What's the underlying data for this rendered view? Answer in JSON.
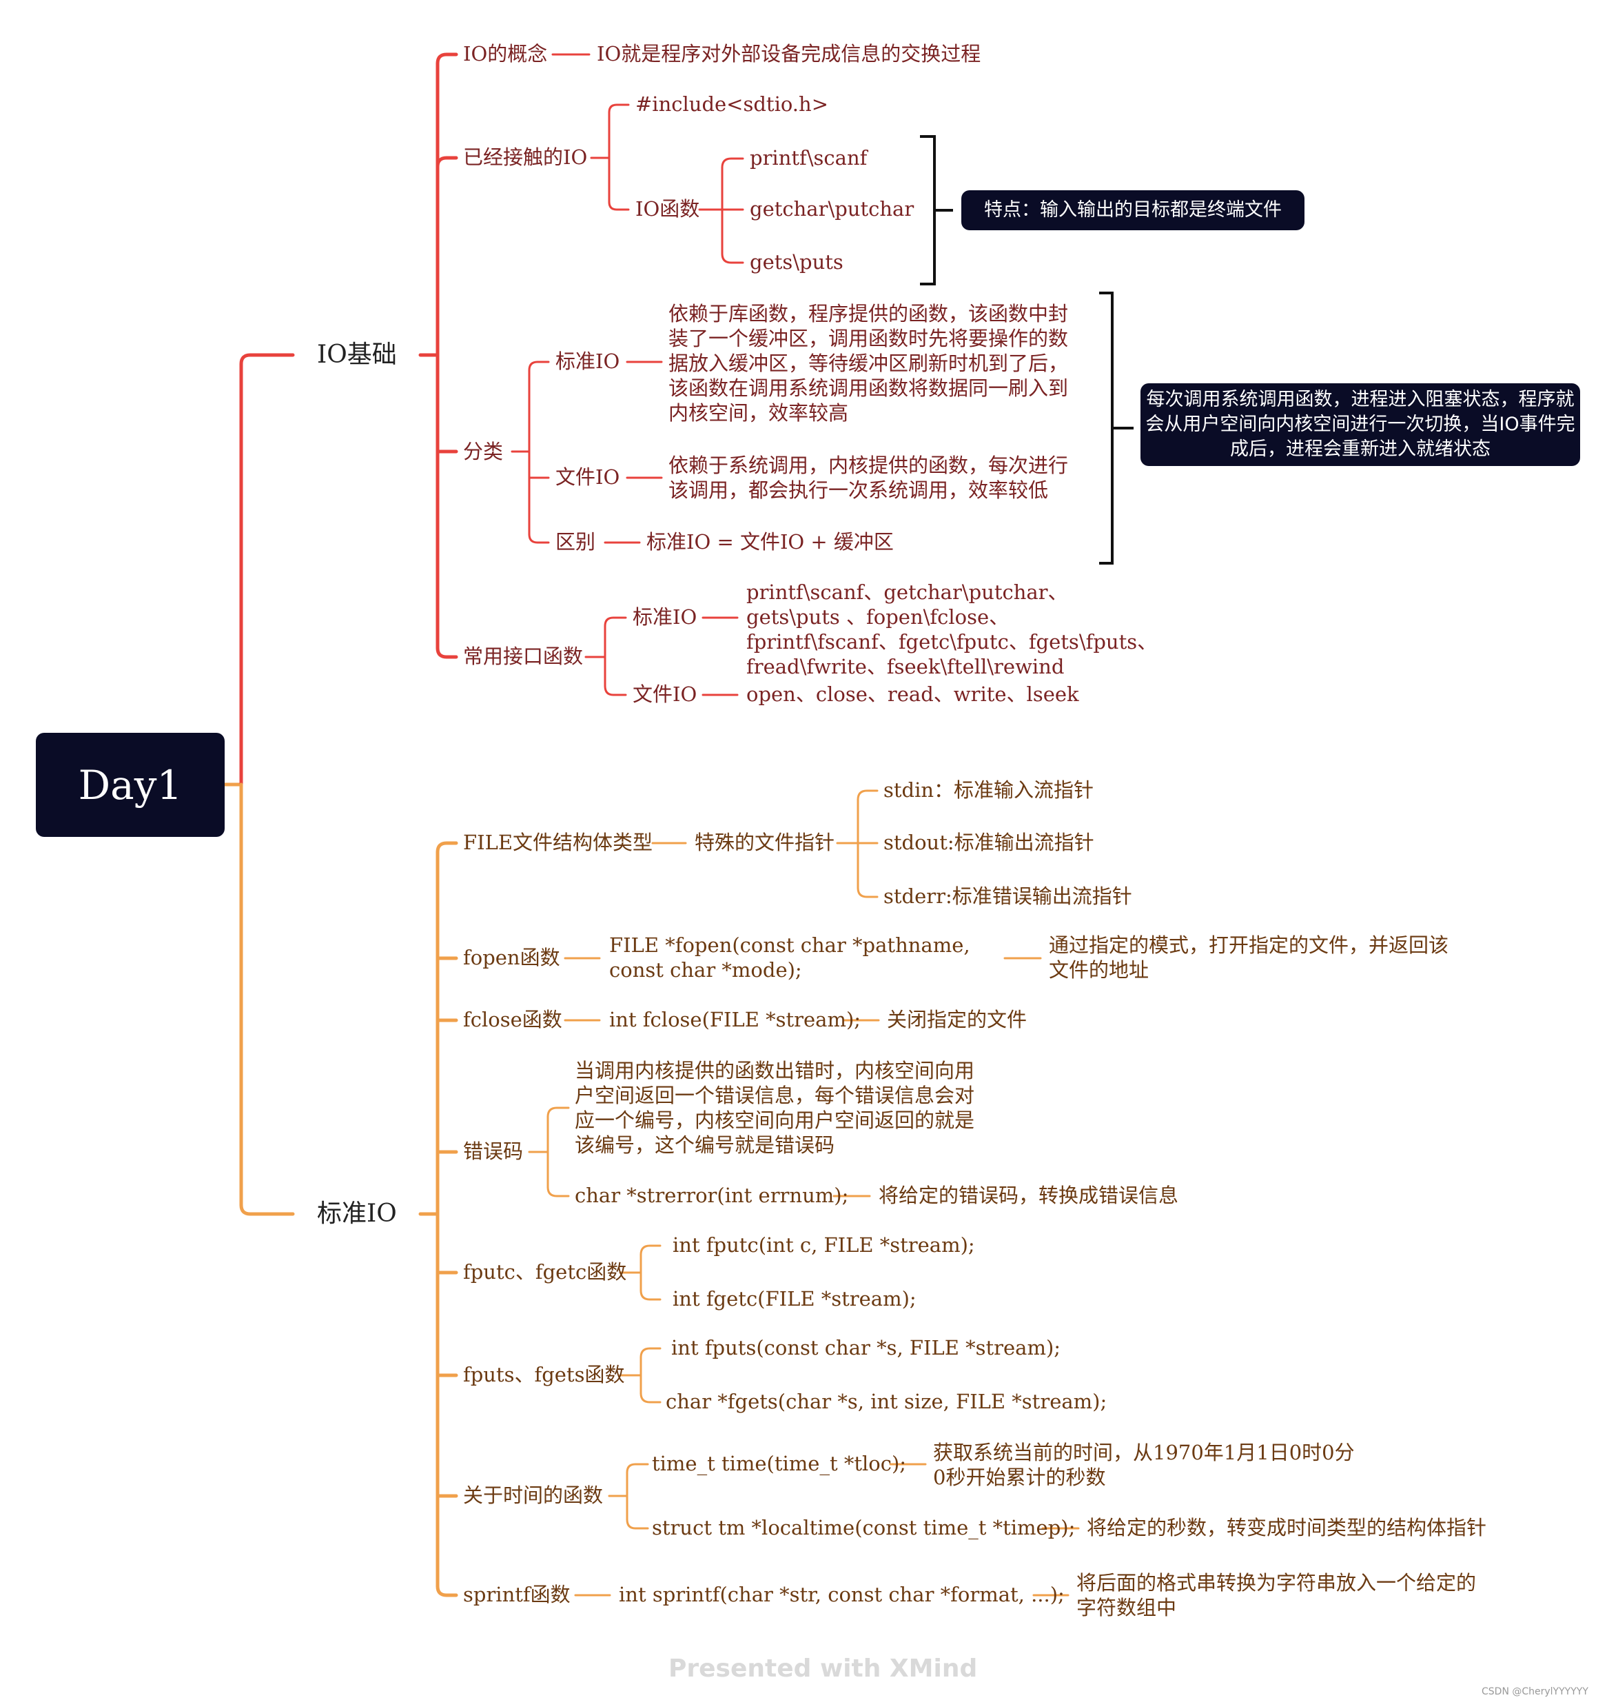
{
  "root": "Day1",
  "io_basics": {
    "label": "IO基础",
    "concept": {
      "label": "IO的概念",
      "desc": "IO就是程序对外部设备完成信息的交换过程"
    },
    "touched": {
      "label": "已经接触的IO",
      "include": "#include<sdtio.h>",
      "funcs_label": "IO函数",
      "funcs": [
        "printf\\scanf",
        "getchar\\putchar",
        "gets\\puts"
      ],
      "note": "特点：输入输出的目标都是终端文件"
    },
    "category": {
      "label": "分类",
      "std_label": "标准IO",
      "std_desc": "依赖于库函数，程序提供的函数，该函数中封装了一个缓冲区，调用函数时先将要操作的数据放入缓冲区，等待缓冲区刷新时机到了后，该函数在调用系统调用函数将数据同一刷入到内核空间，效率较高",
      "file_label": "文件IO",
      "file_desc": "依赖于系统调用，内核提供的函数，每次进行该调用，都会执行一次系统调用，效率较低",
      "diff_label": "区别",
      "diff_desc": "标准IO = 文件IO + 缓冲区",
      "note": "每次调用系统调用函数，进程进入阻塞状态，程序就会从用户空间向内核空间进行一次切换，当IO事件完成后，进程会重新进入就绪状态"
    },
    "common": {
      "label": "常用接口函数",
      "std_label": "标准IO",
      "std_desc": "printf\\scanf、getchar\\putchar、gets\\puts 、fopen\\fclose、fprintf\\fscanf、fgetc\\fputc、fgets\\fputs、fread\\fwrite、fseek\\ftell\\rewind",
      "file_label": "文件IO",
      "file_desc": "open、close、read、write、lseek"
    }
  },
  "std_io": {
    "label": "标准IO",
    "file_type": {
      "label": "FILE文件结构体类型",
      "mid": "特殊的文件指针",
      "items": [
        "stdin：标准输入流指针",
        "stdout:标准输出流指针",
        "stderr:标准错误输出流指针"
      ]
    },
    "fopen": {
      "label": "fopen函数",
      "proto": "FILE *fopen(const char *pathname, const char *mode);",
      "desc": "通过指定的模式，打开指定的文件，并返回该文件的地址"
    },
    "fclose": {
      "label": "fclose函数",
      "proto": "int fclose(FILE *stream);",
      "desc": "关闭指定的文件"
    },
    "errno": {
      "label": "错误码",
      "desc": "当调用内核提供的函数出错时，内核空间向用户空间返回一个错误信息，每个错误信息会对应一个编号，内核空间向用户空间返回的就是该编号，这个编号就是错误码",
      "proto": "char *strerror(int errnum);",
      "proto_desc": "将给定的错误码，转换成错误信息"
    },
    "fputc": {
      "label": "fputc、fgetc函数",
      "items": [
        "int fputc(int c, FILE *stream);",
        "int fgetc(FILE *stream);"
      ]
    },
    "fputs": {
      "label": "fputs、fgets函数",
      "items": [
        "int fputs(const char *s, FILE *stream);",
        "char *fgets(char *s, int size, FILE *stream);"
      ]
    },
    "time": {
      "label": "关于时间的函数",
      "time_proto": "time_t time(time_t *tloc);",
      "time_desc": "获取系统当前的时间，从1970年1月1日0时0分0秒开始累计的秒数",
      "local_proto": "struct tm *localtime(const time_t *timep);",
      "local_desc": "将给定的秒数，转变成时间类型的结构体指针"
    },
    "sprintf": {
      "label": "sprintf函数",
      "proto": "int sprintf(char *str, const char *format, ...);",
      "desc": "将后面的格式串转换为字符串放入一个给定的字符数组中"
    }
  },
  "footer": {
    "watermark": "Presented with XMind",
    "credit": "CSDN @CherylYYYYYY"
  },
  "colors": {
    "io_basics_branch": "#e8423c",
    "std_io_branch": "#f0a04b",
    "root_bg": "#0a0c26",
    "note_bg": "#0a0c26"
  }
}
